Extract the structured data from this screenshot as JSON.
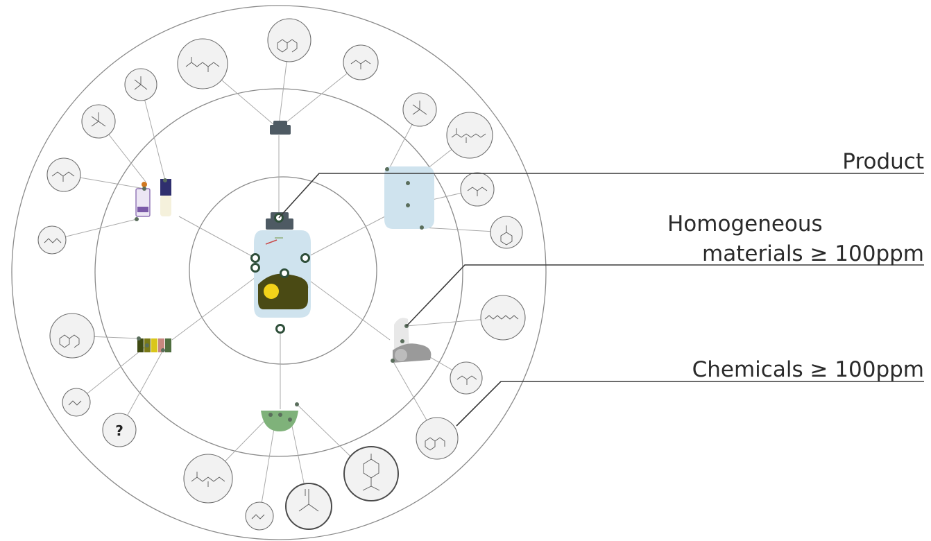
{
  "labels": {
    "product": "Product",
    "homogeneous_line1": "Homogeneous",
    "homogeneous_line2": "materials ≥ 100ppm",
    "chemicals": "Chemicals ≥ 100ppm",
    "unknown_chemical": "?"
  },
  "colors": {
    "bottle_body": "#cfe3ee",
    "cap": "#4e5a63",
    "liquid": "#4a4a14",
    "yellow": "#f2d21a",
    "measuring_cup": "#7fb27a",
    "node_ring": "#2f4f3a",
    "ring_stroke": "#8a8a8a"
  }
}
